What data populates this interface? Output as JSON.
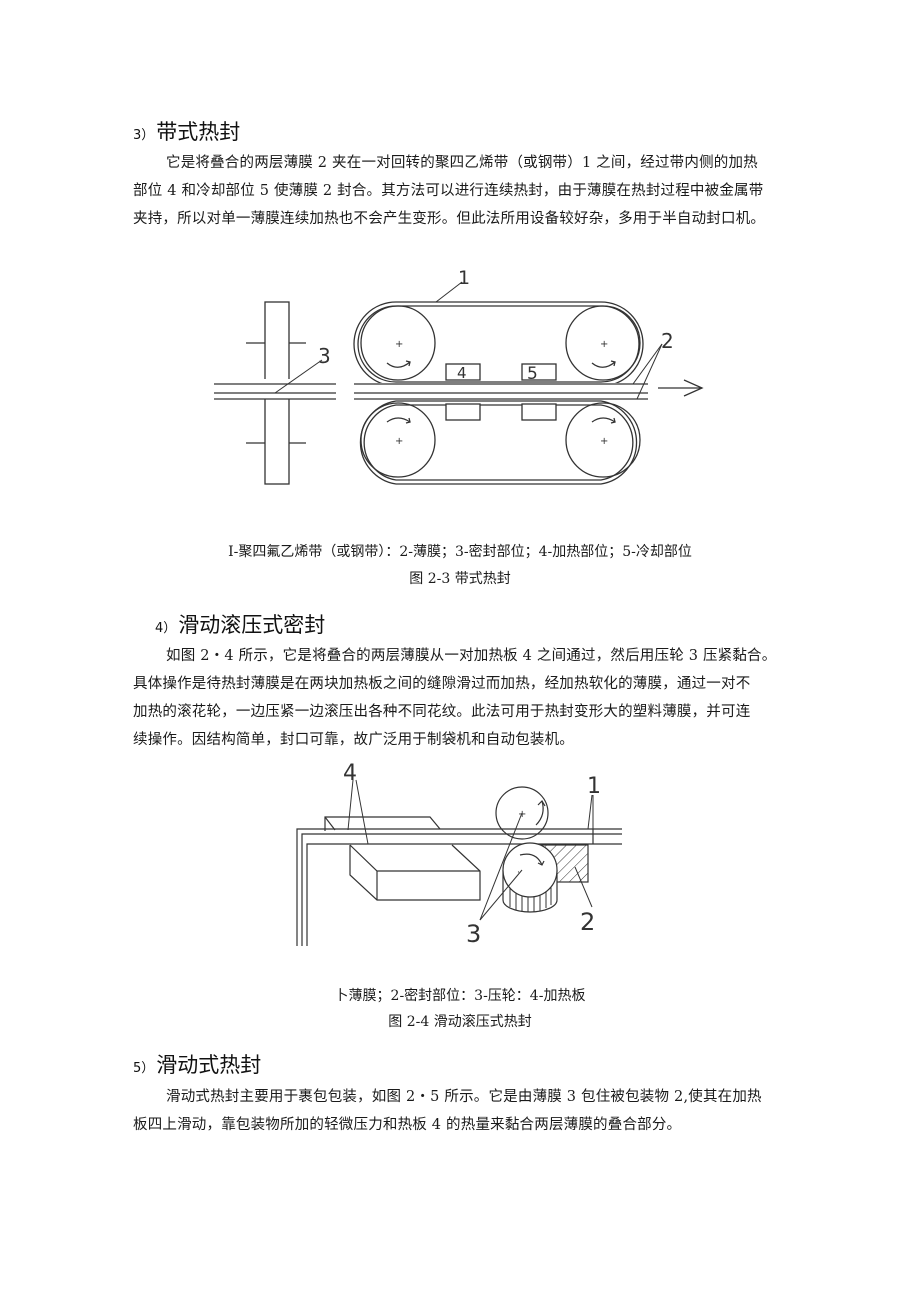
{
  "sections": [
    {
      "number": "3）",
      "title": "带式热封",
      "paragraph_lines": [
        "它是将叠合的两层薄膜 2 夹在一对回转的聚四乙烯带（或钢带）1 之间，经过带内侧的加热",
        "部位 4 和冷却部位 5 使薄膜 2 封合。其方法可以进行连续热封，由于薄膜在热封过程中被金属带",
        "夹持，所以对单一薄膜连续加热也不会产生变形。但此法所用设备较好杂，多用于半自动封口机。"
      ],
      "figure": {
        "labels": [
          "1",
          "2",
          "3",
          "4",
          "5"
        ],
        "legend": "I-聚四氟乙烯带（或钢带）：2-薄膜；3-密封部位；4-加热部位；5-冷却部位",
        "caption": "图 2-3 带式热封"
      }
    },
    {
      "number": "4）",
      "title": "滑动滚压式密封",
      "paragraph_lines": [
        "如图 2・4 所示，它是将叠合的两层薄膜从一对加热板 4 之间通过，然后用压轮 3 压紧黏合。",
        "具体操作是待热封薄膜是在两块加热板之间的缝隙滑过而加热，经加热软化的薄膜，通过一对不",
        "加热的滚花轮，一边压紧一边滚压出各种不同花纹。此法可用于热封变形大的塑料薄膜，并可连",
        "续操作。因结构简单，封口可靠，故广泛用于制袋机和自动包装机。"
      ],
      "figure": {
        "labels": [
          "1",
          "2",
          "3",
          "4"
        ],
        "legend": "卜薄膜；2-密封部位：3-压轮：4-加热板",
        "caption": "图 2-4 滑动滚压式热封"
      }
    },
    {
      "number": "5）",
      "title": "滑动式热封",
      "paragraph_lines": [
        "滑动式热封主要用于裹包包装，如图 2・5 所示。它是由薄膜 3 包住被包装物 2,使其在加热",
        "板四上滑动，靠包装物所加的轻微压力和热板 4 的热量来黏合两层薄膜的叠合部分。"
      ]
    }
  ]
}
